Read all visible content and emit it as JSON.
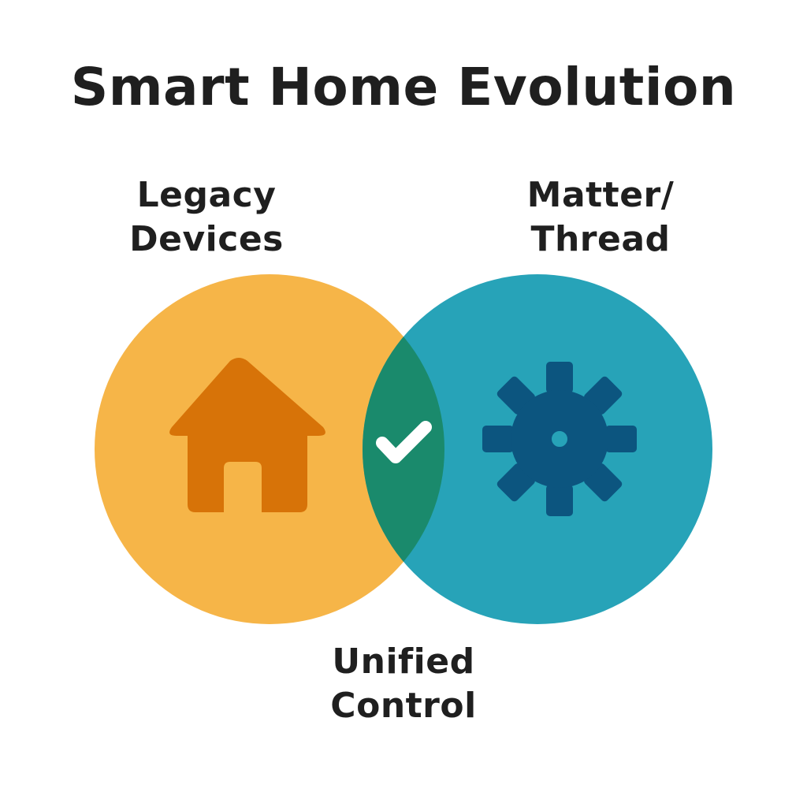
{
  "title": "Smart Home Evolution",
  "sets": {
    "left": {
      "lines": [
        "Legacy",
        "Devices"
      ],
      "color": "#F6B548",
      "icon": "house-icon",
      "icon_color": "#D77308"
    },
    "right": {
      "lines": [
        "Matter/",
        "Thread"
      ],
      "color": "#27A3B8",
      "icon": "gear-icon",
      "icon_color": "#0C557F"
    },
    "intersection": {
      "lines": [
        "Unified",
        "Control"
      ],
      "color": "#1A8A6C",
      "icon": "checkmark-icon",
      "icon_color": "#FFFFFF"
    }
  }
}
